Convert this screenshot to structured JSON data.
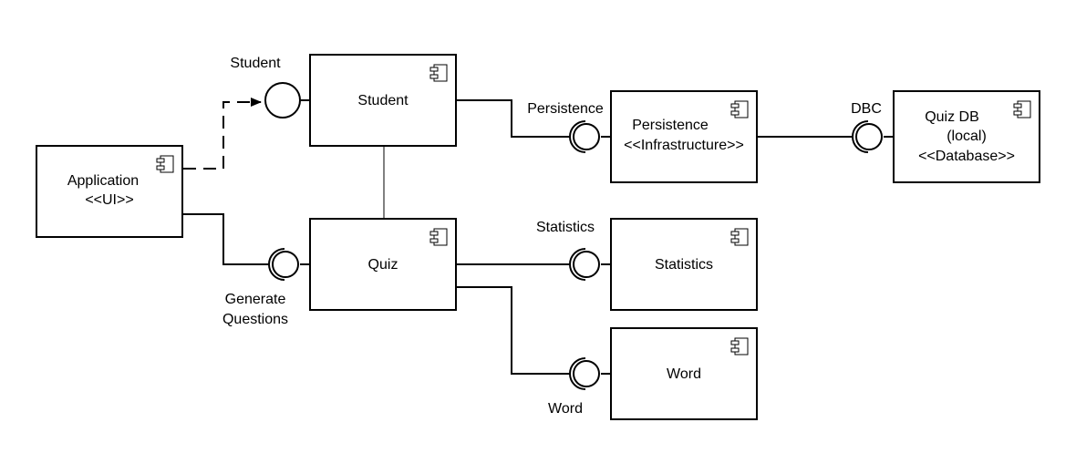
{
  "components": {
    "application": {
      "name": "Application",
      "stereotype": "<<UI>>"
    },
    "student": {
      "name": "Student"
    },
    "persistence": {
      "name": "Persistence",
      "stereotype": "<<Infrastructure>>"
    },
    "quiz_db": {
      "name": "Quiz DB",
      "qualifier": "(local)",
      "stereotype": "<<Database>>"
    },
    "quiz": {
      "name": "Quiz"
    },
    "statistics": {
      "name": "Statistics"
    },
    "word": {
      "name": "Word"
    }
  },
  "interfaces": {
    "student": {
      "label": "Student"
    },
    "persistence": {
      "label": "Persistence"
    },
    "dbc": {
      "label": "DBC"
    },
    "generate_questions": {
      "label_line1": "Generate",
      "label_line2": "Questions"
    },
    "statistics": {
      "label": "Statistics"
    },
    "word": {
      "label": "Word"
    }
  },
  "icons": {
    "component": "uml-component-icon"
  }
}
